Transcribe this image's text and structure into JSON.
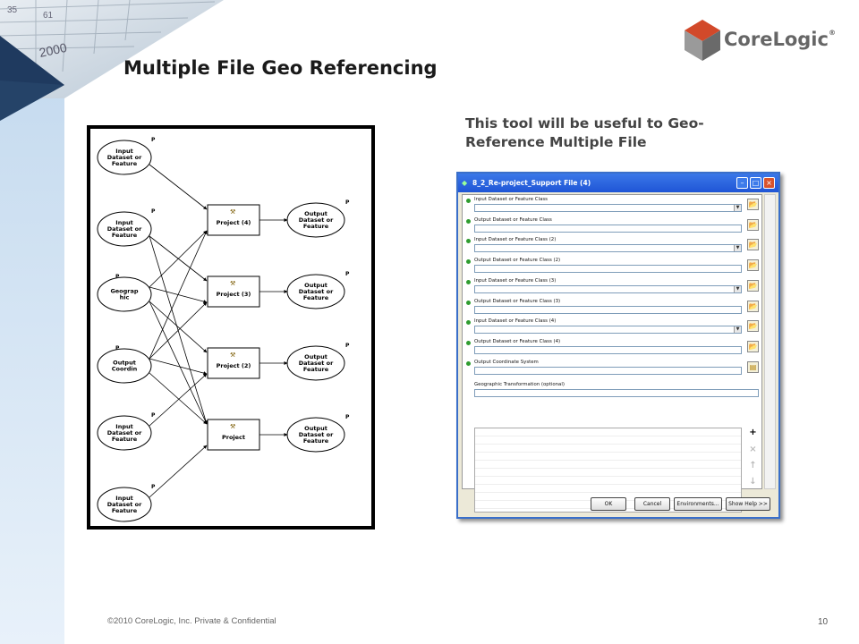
{
  "slide": {
    "title": "Multiple File Geo Referencing",
    "subtitle": "This tool will be useful to Geo-Reference Multiple File",
    "footer": "©2010 CoreLogic, Inc. Private & Confidential",
    "page_number": "10",
    "logo_text": "CoreLogic",
    "logo_reg": "®"
  },
  "model": {
    "inputs": [
      [
        "Input",
        "Dataset or",
        "Feature"
      ],
      [
        "Input",
        "Dataset or",
        "Feature"
      ],
      [
        "Geograp",
        "hic"
      ],
      [
        "Output",
        "Coordin"
      ],
      [
        "Input",
        "Dataset or",
        "Feature"
      ],
      [
        "Input",
        "Dataset or",
        "Feature"
      ]
    ],
    "tools": [
      "Project (4)",
      "Project (3)",
      "Project (2)",
      "Project"
    ],
    "outputs": [
      [
        "Output",
        "Dataset or",
        "Feature"
      ],
      [
        "Output",
        "Dataset or",
        "Feature"
      ],
      [
        "Output",
        "Dataset or",
        "Feature"
      ],
      [
        "Output",
        "Dataset or",
        "Feature"
      ]
    ],
    "param_marker": "P"
  },
  "dialog": {
    "title": "8_2_Re-project_Support File (4)",
    "fields": [
      {
        "label": "Input Dataset or Feature Class",
        "dropdown": true
      },
      {
        "label": "Output Dataset or Feature Class",
        "dropdown": false
      },
      {
        "label": "Input Dataset or Feature Class (2)",
        "dropdown": true
      },
      {
        "label": "Output Dataset or Feature Class (2)",
        "dropdown": false
      },
      {
        "label": "Input Dataset or Feature Class (3)",
        "dropdown": true
      },
      {
        "label": "Output Dataset or Feature Class (3)",
        "dropdown": false
      },
      {
        "label": "Input Dataset or Feature Class (4)",
        "dropdown": true
      },
      {
        "label": "Output Dataset or Feature Class (4)",
        "dropdown": false
      },
      {
        "label": "Output Coordinate System",
        "dropdown": false
      }
    ],
    "transformation_label": "Geographic Transformation (optional)",
    "buttons": {
      "ok": "OK",
      "cancel": "Cancel",
      "environments": "Environments...",
      "show_help": "Show Help >>"
    },
    "list_controls": [
      "+",
      "×",
      "↑",
      "↓"
    ]
  },
  "colors": {
    "logo_red": "#d2492a",
    "logo_gray": "#7d7d7d",
    "deco_navy": "#1f3a5f",
    "deco_blue": "#a7c4e2",
    "dialog_titlebar": "#1f55d6",
    "required_dot": "#2f9c2f"
  }
}
